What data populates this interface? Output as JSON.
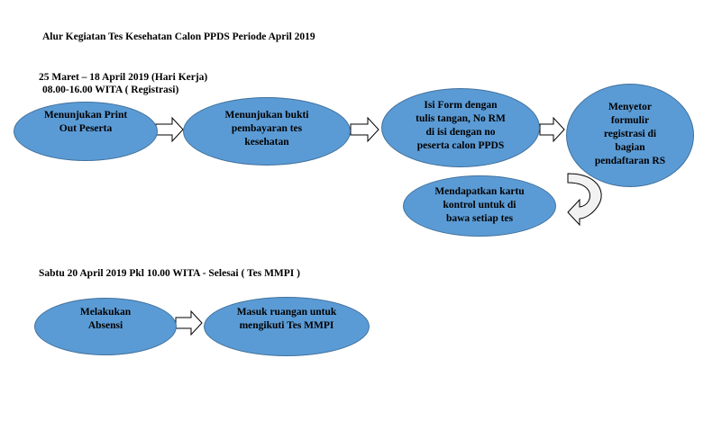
{
  "title": "Alur Kegiatan Tes Kesehatan Calon PPDS Periode April 2019",
  "section1": {
    "date_line": "25 Maret – 18 April  2019 (Hari Kerja)",
    "time_line": "08.00-16.00 WITA ( Registrasi)"
  },
  "section2": {
    "heading": "Sabtu 20 April 2019 Pkl 10.00 WITA - Selesai ( Tes MMPI )"
  },
  "nodes": {
    "n1": "Menunjukan Print\nOut Peserta",
    "n2": "Menunjukan bukti\npembayaran tes\nkesehatan",
    "n3": "Isi Form  dengan\ntulis tangan, No RM\ndi isi dengan no\npeserta calon PPDS",
    "n4": "Menyetor\nformulir\nregistrasi di\nbagian\npendaftaran RS",
    "n5": "Mendapatkan kartu\nkontrol untuk di\nbawa setiap tes",
    "n6": "Melakukan\nAbsensi",
    "n7": "Masuk ruangan untuk\nmengikuti Tes MMPI"
  },
  "colors": {
    "node_fill": "#5b9bd5",
    "node_border": "#41719c"
  }
}
